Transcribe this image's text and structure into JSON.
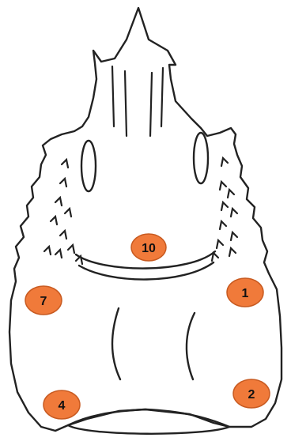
{
  "colors": {
    "marker_fill": "#f07a3a",
    "marker_stroke": "#c85a20",
    "line": "#222222",
    "background": "#ffffff"
  },
  "markers": [
    {
      "id": "m10",
      "label": "10"
    },
    {
      "id": "m7",
      "label": "7"
    },
    {
      "id": "m1",
      "label": "1"
    },
    {
      "id": "m4",
      "label": "4"
    },
    {
      "id": "m2",
      "label": "2"
    }
  ]
}
